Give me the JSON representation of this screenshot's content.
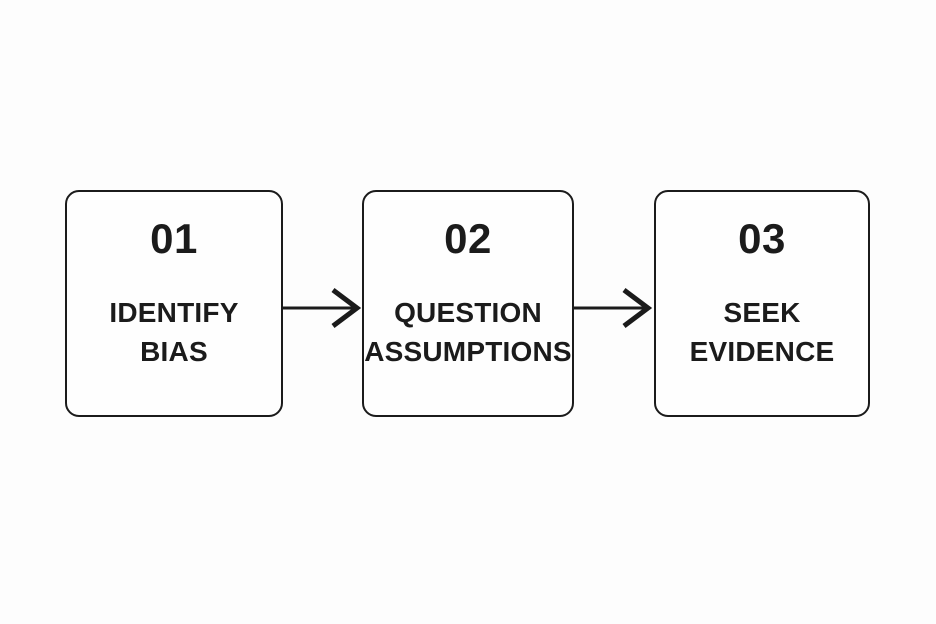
{
  "diagram": {
    "type": "flow",
    "direction": "left-to-right",
    "steps": [
      {
        "number": "01",
        "label_lines": [
          "IDENTIFY",
          "BIAS"
        ]
      },
      {
        "number": "02",
        "label_lines": [
          "QUESTION",
          "ASSUMPTIONS"
        ]
      },
      {
        "number": "03",
        "label_lines": [
          "SEEK",
          "EVIDENCE"
        ]
      }
    ],
    "connectors": [
      {
        "from": "01",
        "to": "02",
        "type": "arrow-right"
      },
      {
        "from": "02",
        "to": "03",
        "type": "arrow-right"
      }
    ],
    "colors": {
      "background": "#fdfdfd",
      "box_fill": "#fefefe",
      "border": "#1b1b1b",
      "text": "#1b1b1b",
      "arrow": "#1b1b1b"
    }
  }
}
